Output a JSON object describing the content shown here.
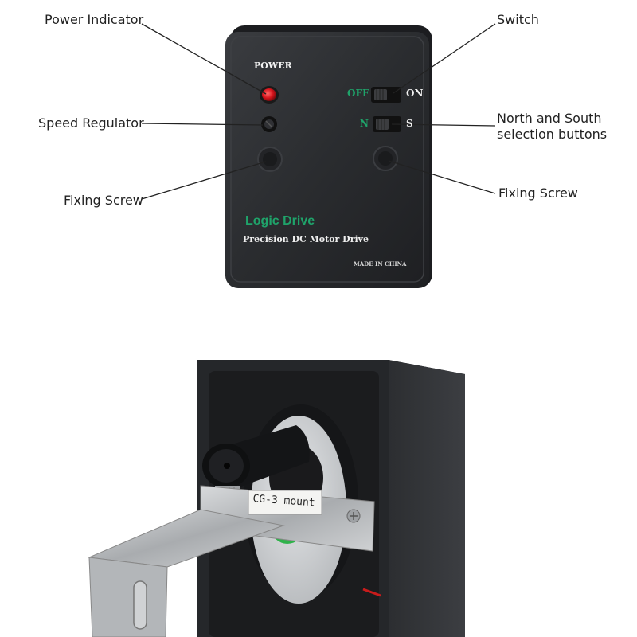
{
  "callouts": {
    "power_indicator": "Power Indicator",
    "speed_regulator": "Speed Regulator",
    "fixing_screw_left": "Fixing Screw",
    "switch": "Switch",
    "ns_selection": "North and South\nselection buttons",
    "fixing_screw_right": "Fixing Screw"
  },
  "device": {
    "power_label": "POWER",
    "off_label": "OFF",
    "on_label": "ON",
    "n_label": "N",
    "s_label": "S",
    "brand": "Logic Drive",
    "subtitle": "Precision DC Motor Drive",
    "origin": "MADE IN CHINA"
  },
  "motor": {
    "mount_label": "CG-3 mount"
  },
  "colors": {
    "device_body": "#2b2d30",
    "led": "#d8141c",
    "label_green": "#1fa36a",
    "bracket": "#b9bcbf"
  }
}
